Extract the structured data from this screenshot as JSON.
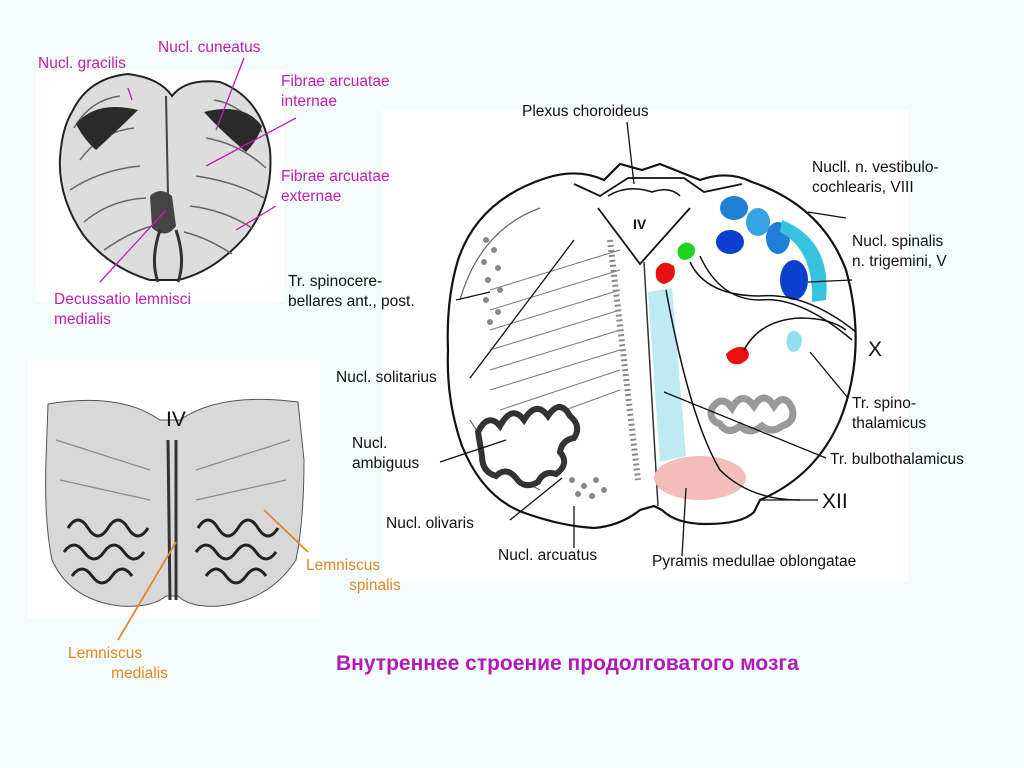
{
  "title": "Внутреннее строение продолговатого мозга",
  "colors": {
    "magenta_label": "#c020b0",
    "orange_label": "#e0882a",
    "title": "#b01bb8",
    "vestibulo_nuclei": "#1f7fd6",
    "spinal_trigeminal": "#35c3e0",
    "pyramid": "#f5bcbc",
    "lemniscus_medialis": "#bfeaf2"
  },
  "labels": {
    "gracilis": "Nucl. gracilis",
    "cuneatus": "Nucl. cuneatus",
    "fibrae_int": "Fibrae arcuatae\ninternae",
    "fibrae_ext": "Fibrae arcuatae\nexternae",
    "decussatio": "Decussatio lemnisci\nmedialis",
    "ventricle_photo": "IV",
    "lemniscus_spinalis": "Lemniscus\n          spinalis",
    "lemniscus_medialis": "Lemniscus\n          medialis",
    "plexus": "Plexus choroideus",
    "vestibulo": "Nucll. n. vestibulo-\ncochlearis, VIII",
    "trigemini": "Nucl. spinalis\nn. trigemini, V",
    "spinocerebellares": "Tr. spinocere-\nbellares ant., post.",
    "solitarius": "Nucl. solitarius",
    "ambiguus": "Nucl.\nambiguus",
    "olivaris": "Nucl. olivaris",
    "arcuatus": "Nucl. arcuatus",
    "pyramis": "Pyramis medullae oblongatae",
    "spinothalamicus": "Tr. spino-\nthalamicus",
    "bulbothalamicus": "Tr. bulbothalamicus",
    "nerve_x": "X",
    "nerve_xii": "XII",
    "ventricle_diagram": "IV"
  }
}
